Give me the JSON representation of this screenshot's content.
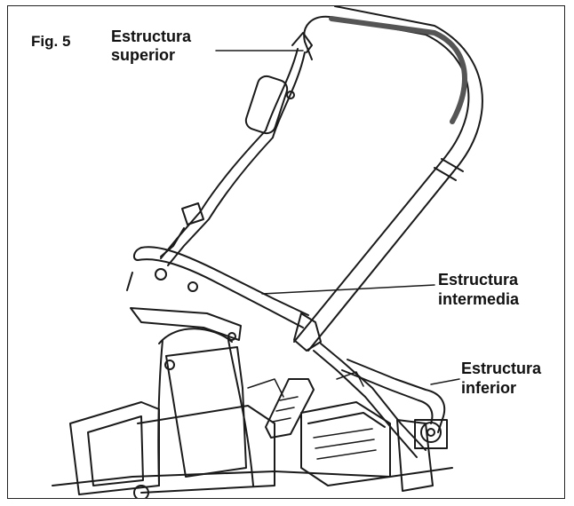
{
  "figure": {
    "number": "Fig. 5",
    "labels": {
      "upper": {
        "line1": "Estructura",
        "line2": "superior"
      },
      "middle": {
        "line1": "Estructura",
        "line2": "intermedia"
      },
      "lower": {
        "line1": "Estructura",
        "line2": "inferior"
      }
    }
  },
  "colors": {
    "line": "#1a1a1a",
    "border": "#222222",
    "background": "#ffffff"
  }
}
